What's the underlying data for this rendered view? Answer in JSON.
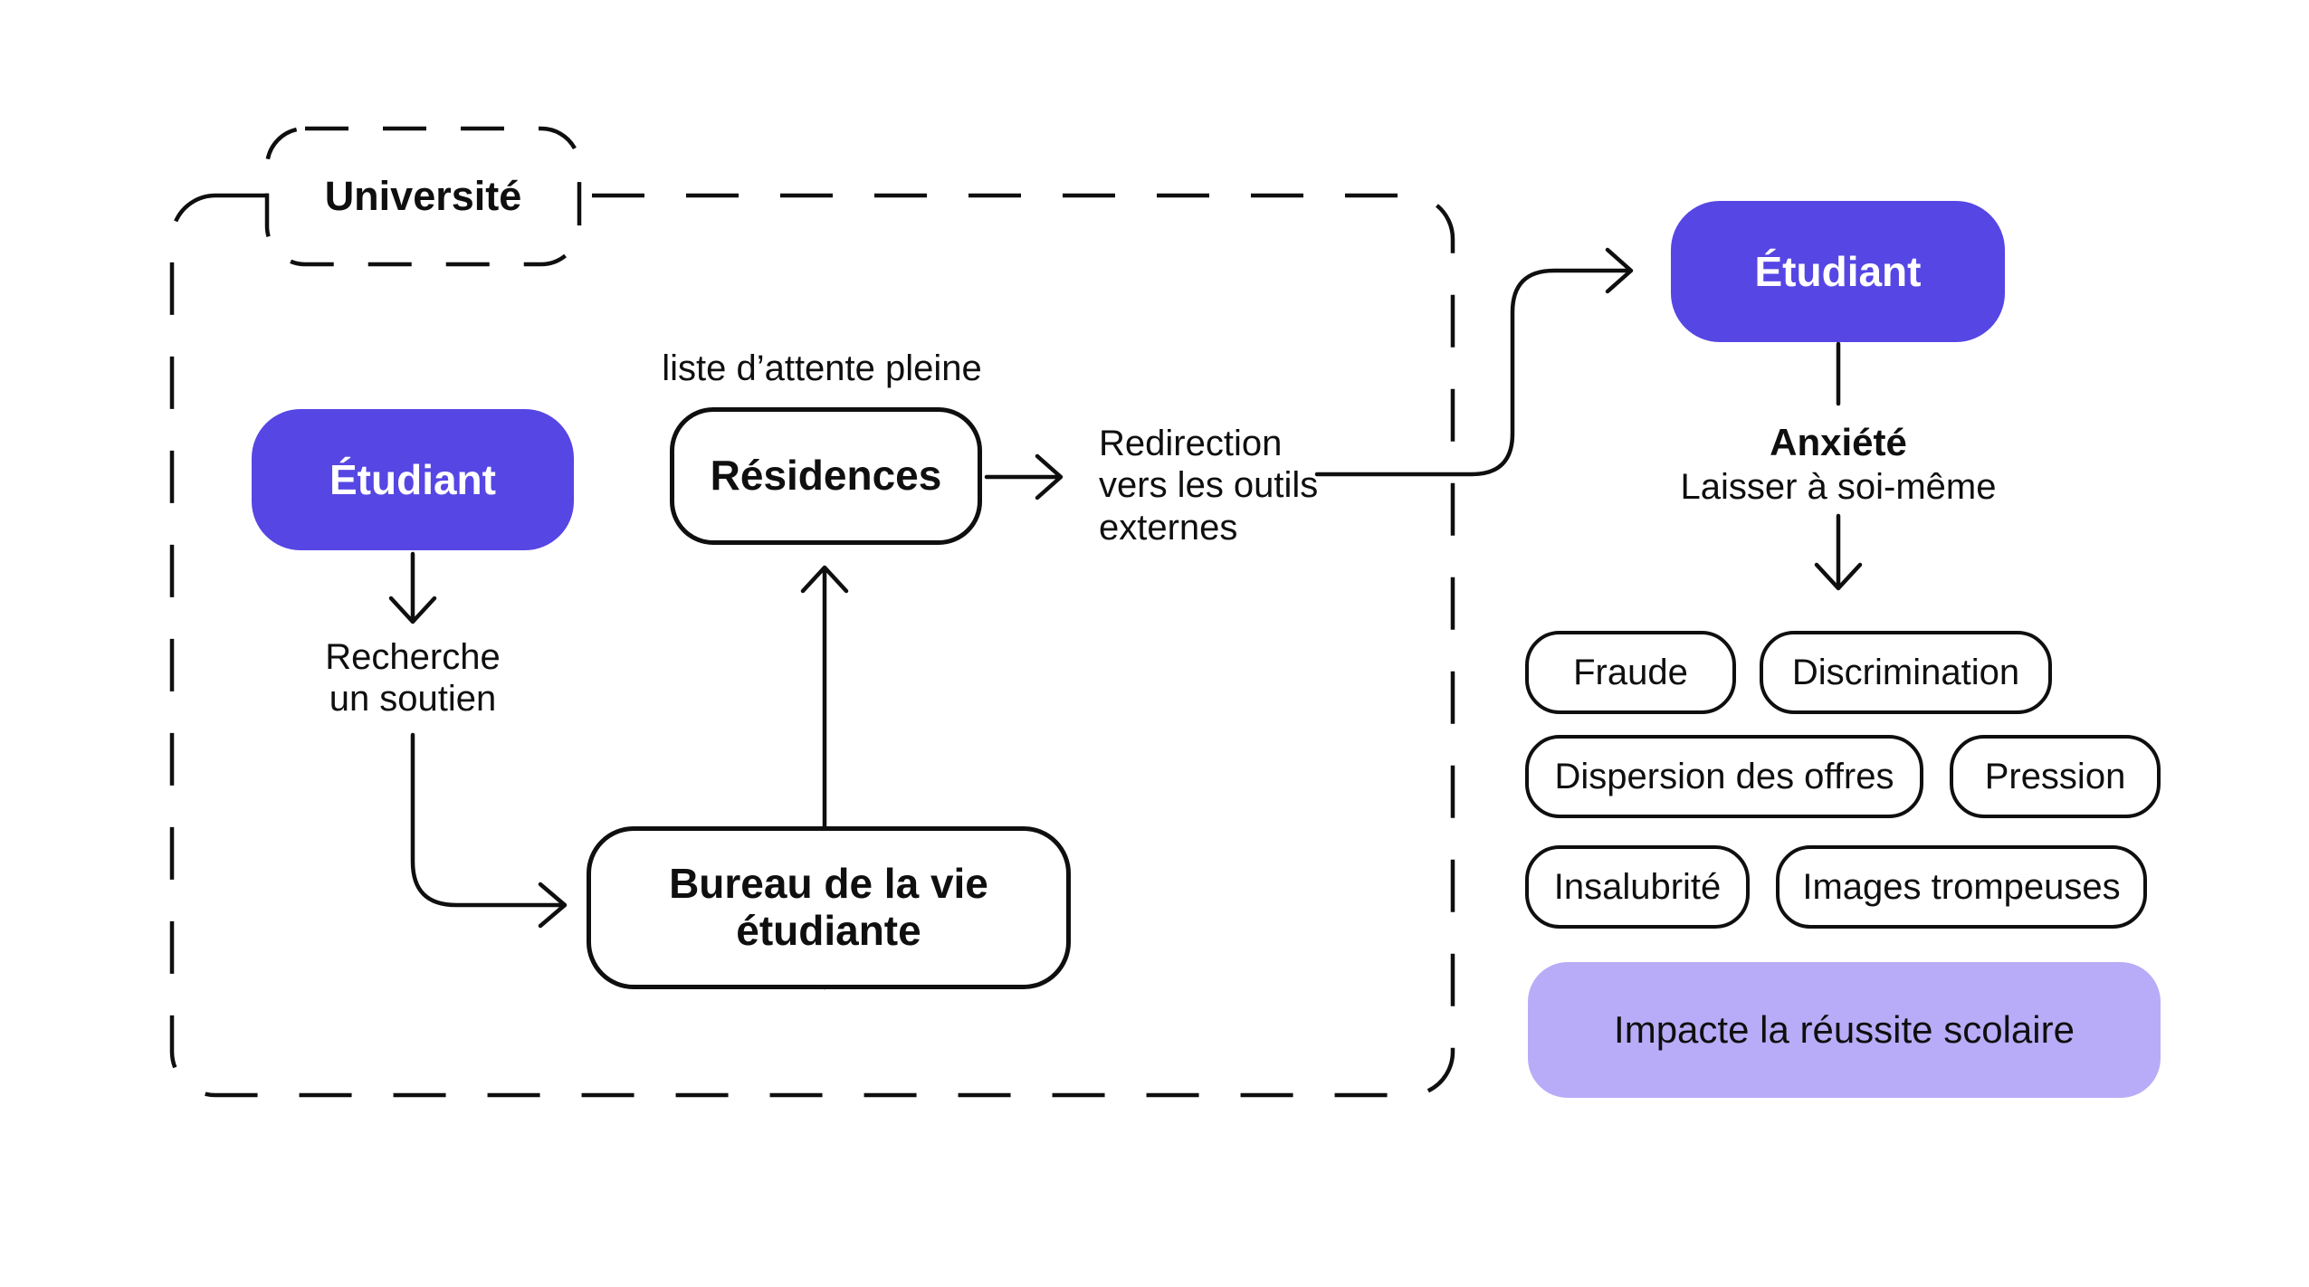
{
  "palette": {
    "accent_purple": "#5646e4",
    "light_purple": "#b8acf8",
    "line_black": "#0f0f0f",
    "background": "#ffffff"
  },
  "university_container": {
    "label": "Université"
  },
  "inside": {
    "student_box": "Étudiant",
    "search_support_label": "Recherche\nun soutien",
    "residences_note": "liste d’attente pleine",
    "residences_box": "Résidences",
    "redirection_label": "Redirection\nvers les outils\nexternes",
    "bureau_box": "Bureau de la vie\nétudiante"
  },
  "outside": {
    "student_box": "Étudiant",
    "consequence_title": "Anxiété",
    "consequence_subtitle": "Laisser à soi-même",
    "tags": [
      "Fraude",
      "Discrimination",
      "Dispersion des offres",
      "Pression",
      "Insalubrité",
      "Images trompeuses"
    ],
    "impact_box": "Impacte la réussite scolaire"
  }
}
